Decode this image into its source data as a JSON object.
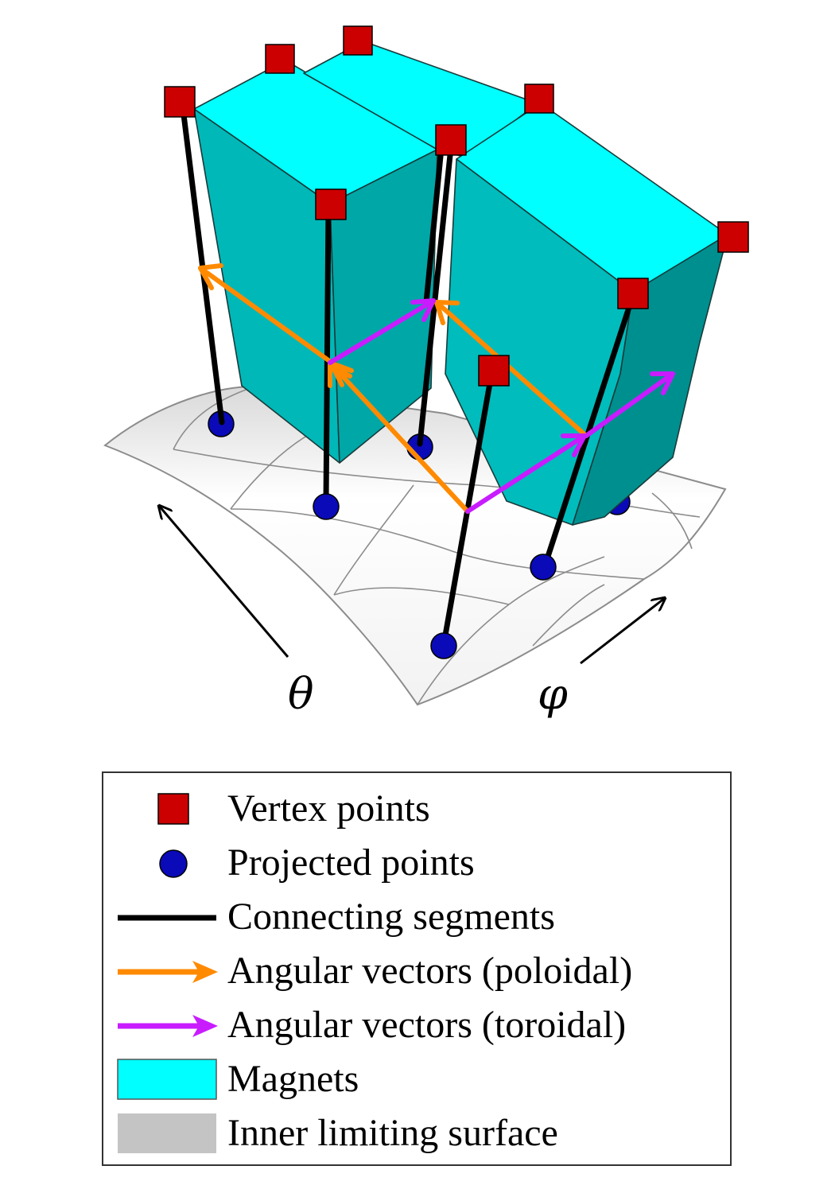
{
  "axes": {
    "theta_label": "θ",
    "phi_label": "φ"
  },
  "legend": {
    "items": [
      {
        "label": "Vertex points",
        "symbol": "red-square",
        "color": "#cc0000"
      },
      {
        "label": "Projected points",
        "symbol": "blue-circle",
        "color": "#0a0ab8"
      },
      {
        "label": "Connecting segments",
        "symbol": "black-line",
        "color": "#000000"
      },
      {
        "label": "Angular vectors (poloidal)",
        "symbol": "orange-arrow",
        "color": "#ff8a00"
      },
      {
        "label": "Angular vectors (toroidal)",
        "symbol": "magenta-arrow",
        "color": "#c81cff"
      },
      {
        "label": "Magnets",
        "symbol": "cyan-box",
        "color": "#00ffff"
      },
      {
        "label": "Inner limiting surface",
        "symbol": "gray-box",
        "color": "#c4c4c4"
      }
    ]
  },
  "colors": {
    "magnet_top": "#00ffff",
    "magnet_side": "#00c0c0",
    "magnet_dark": "#008a8a",
    "vertex": "#cc0000",
    "projected": "#0a0ab8",
    "poloidal": "#ff8a00",
    "toroidal": "#c81cff",
    "surface": "#e6e6e6"
  }
}
